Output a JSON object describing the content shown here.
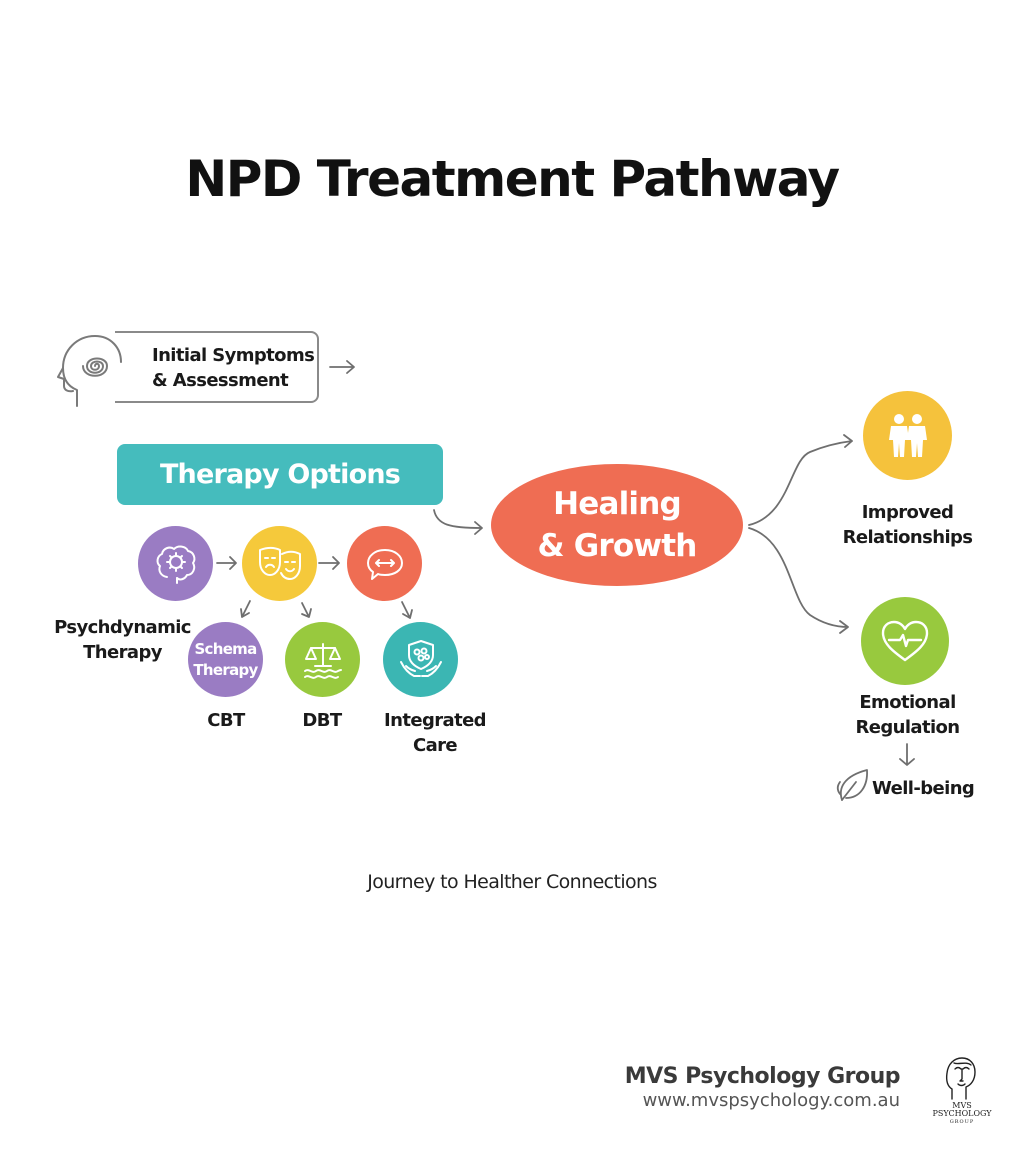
{
  "title": "NPD Treatment Pathway",
  "start": {
    "lines": [
      "Initial Symptoms",
      "& Assessment"
    ],
    "icon": "head-spiral-icon"
  },
  "therapy_options": {
    "label": "Therapy Options"
  },
  "therapies": [
    {
      "icon": "brain-gear-icon",
      "color": "#9a7cc3",
      "label_lines": [
        "Psychdynamic",
        "Therapy"
      ]
    },
    {
      "icon": "theater-masks-icon",
      "color": "#f5c93b"
    },
    {
      "icon": "speech-bubble-arrows-icon",
      "color": "#ef6d53"
    }
  ],
  "sub_therapies": [
    {
      "inner_lines": [
        "Schema",
        "Therapy"
      ],
      "color": "#9a7cc3",
      "label": "CBT"
    },
    {
      "icon": "scales-waves-icon",
      "color": "#98c93e",
      "label": "DBT"
    },
    {
      "icon": "hands-shield-icon",
      "color": "#3bb6b3",
      "label": "Integrated Care"
    }
  ],
  "center": {
    "lines": [
      "Healing",
      "& Growth"
    ],
    "color": "#ef6d53"
  },
  "outcomes": [
    {
      "icon": "two-people-icon",
      "color": "#f5c23c",
      "label_lines": [
        "Improved",
        "Relationships"
      ]
    },
    {
      "icon": "heart-pulse-icon",
      "color": "#98c93e",
      "label_lines": [
        "Emotional",
        "Regulation"
      ]
    }
  ],
  "wellbeing": {
    "label": "Well-being",
    "icon": "leaf-icon"
  },
  "footer": {
    "caption": "Journey to Healther Connections",
    "brand": "MVS Psychology Group",
    "url": "www.mvspsychology.com.au",
    "logo_lines": [
      "MVS",
      "PSYCHOLOGY",
      "GROUP"
    ]
  }
}
